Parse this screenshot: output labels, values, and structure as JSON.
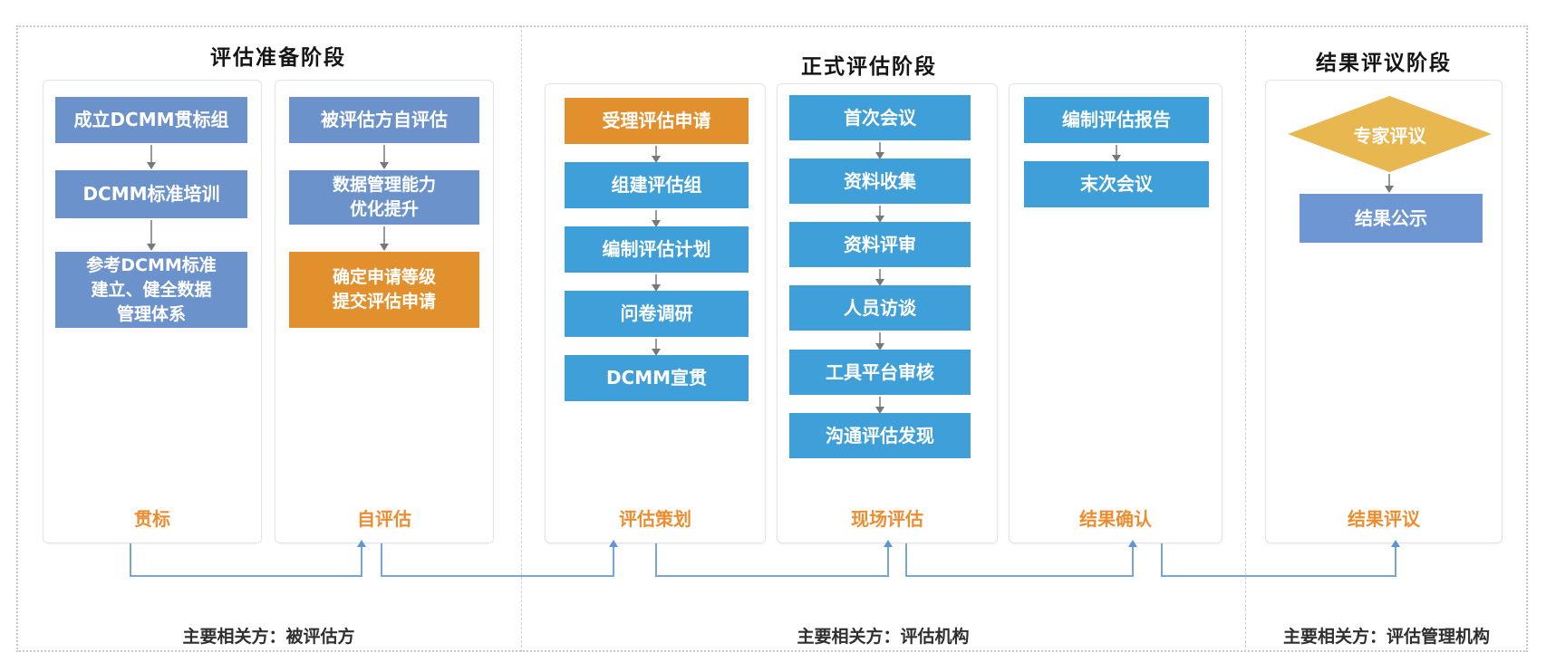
{
  "colors": {
    "step_blue": "#3F9FD8",
    "step_muted_blue": "#6C92CB",
    "step_orange": "#E2902E",
    "diamond_yellow": "#E9B750",
    "publish_blue": "#6E96D3",
    "column_label_orange": "#ED8D31",
    "connector_blue": "#76A5DA",
    "arrow_gray": "#8A8A8A"
  },
  "phases": [
    {
      "title": "评估准备阶段",
      "stakeholder": "主要相关方：被评估方",
      "columns": [
        {
          "label": "贯标",
          "steps": [
            {
              "text": "成立DCMM贯标组"
            },
            {
              "text": "DCMM标准培训"
            },
            {
              "text": "参考DCMM标准\n建立、健全数据\n管理体系"
            }
          ]
        },
        {
          "label": "自评估",
          "steps": [
            {
              "text": "被评估方自评估"
            },
            {
              "text": "数据管理能力\n优化提升"
            },
            {
              "text": "确定申请等级\n提交评估申请"
            }
          ]
        }
      ]
    },
    {
      "title": "正式评估阶段",
      "stakeholder": "主要相关方：评估机构",
      "columns": [
        {
          "label": "评估策划",
          "steps": [
            {
              "text": "受理评估申请"
            },
            {
              "text": "组建评估组"
            },
            {
              "text": "编制评估计划"
            },
            {
              "text": "问卷调研"
            },
            {
              "text": "DCMM宣贯"
            }
          ]
        },
        {
          "label": "现场评估",
          "steps": [
            {
              "text": "首次会议"
            },
            {
              "text": "资料收集"
            },
            {
              "text": "资料评审"
            },
            {
              "text": "人员访谈"
            },
            {
              "text": "工具平台审核"
            },
            {
              "text": "沟通评估发现"
            }
          ]
        },
        {
          "label": "结果确认",
          "steps": [
            {
              "text": "编制评估报告"
            },
            {
              "text": "末次会议"
            }
          ]
        }
      ]
    },
    {
      "title": "结果评议阶段",
      "stakeholder": "主要相关方：评估管理机构",
      "columns": [
        {
          "label": "结果评议",
          "steps": [
            {
              "text": "专家评议"
            },
            {
              "text": "结果公示"
            }
          ]
        }
      ]
    }
  ]
}
